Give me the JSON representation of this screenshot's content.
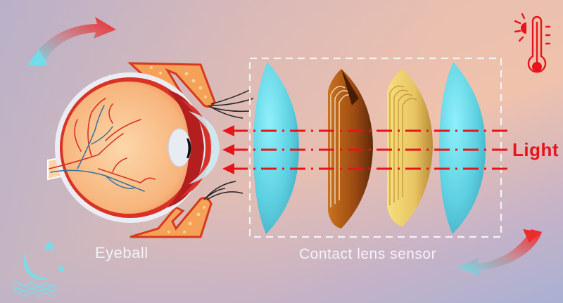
{
  "labels": {
    "eyeball": "Eyeball",
    "sensor": "Contact lens sensor",
    "light": "Light"
  },
  "icons": {
    "top_left": "warming-arrow-icon",
    "top_right": "thermometer-sun-icon",
    "bottom_left": "moon-night-icon",
    "bottom_right": "cooling-arrow-icon"
  },
  "colors": {
    "accent_red": "#e8141c",
    "lens_cyan": "#6fd8ea",
    "copper": "#b5601a",
    "gold": "#f0d070",
    "label_white": "#f4f2f7"
  },
  "light_rays": {
    "count": 3,
    "direction": "right-to-left"
  },
  "sensor_layers": [
    "lens-front",
    "copper-coil",
    "gold-coil",
    "lens-back"
  ]
}
